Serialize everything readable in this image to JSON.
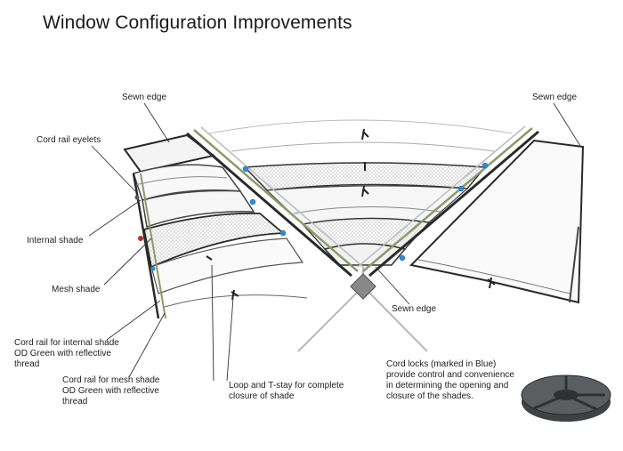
{
  "title": "Window Configuration Improvements",
  "labels": {
    "sewn_edge_left": "Sewn edge",
    "sewn_edge_right": "Sewn edge",
    "sewn_edge_center": "Sewn edge",
    "cord_rail_eyelets": "Cord rail eyelets",
    "internal_shade": "Internal shade",
    "mesh_shade": "Mesh shade",
    "cord_rail_internal": [
      "Cord rail for internal shade",
      "OD Green with reflective",
      "thread"
    ],
    "cord_rail_mesh": [
      "Cord rail for mesh shade",
      "OD Green with reflective",
      "thread"
    ],
    "loop_tstay": [
      "Loop and T-stay for complete",
      "closure of shade"
    ],
    "cord_locks": [
      "Cord locks (marked in Blue)",
      "provide control and convenience",
      "in determining the opening and",
      "closure of the shades."
    ]
  },
  "colors": {
    "cord_lock": "#2a8fd6",
    "rail": "#8b9a6a",
    "outline": "#2a2a2a",
    "mesh": "#c9c9c9",
    "eyelet": "#b03030",
    "product_fill": "#5a5e60"
  },
  "icons": [
    "cord-lock-product-icon"
  ]
}
